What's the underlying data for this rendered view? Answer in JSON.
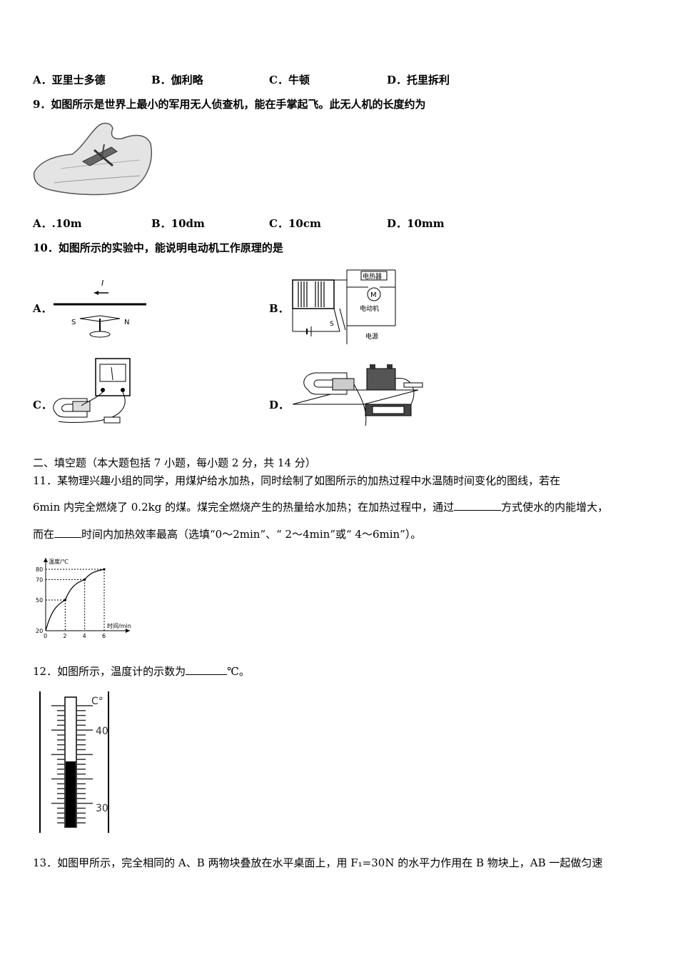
{
  "q8": {
    "options": [
      "A．亚里士多德",
      "B．伽利略",
      "C．牛顿",
      "D．托里拆利"
    ]
  },
  "q9": {
    "stem": "9．如图所示是世界上最小的军用无人侦查机，能在手掌起飞。此无人机的长度约为",
    "options": [
      "A．.10m",
      "B．10dm",
      "C．10cm",
      "D．10mm"
    ]
  },
  "q10": {
    "stem": "10．如图所示的实验中，能说明电动机工作原理的是",
    "option_labels": [
      "A．",
      "B．",
      "C．",
      "D．"
    ],
    "fig_a": {
      "current": "I",
      "s": "S",
      "n": "N"
    },
    "fig_b": {
      "heater": "电热器",
      "motor": "M",
      "motor_label": "电动机",
      "power": "电源",
      "switch": "S"
    }
  },
  "section2": {
    "heading": "二、填空题（本大题包括 7 小题，每小题 2 分，共 14 分）"
  },
  "q11": {
    "line1": "11．某物理兴趣小组的同学，用煤炉给水加热，同时绘制了如图所示的加热过程中水温随时间变化的图线，若在",
    "line2a": "6min 内完全燃烧了 0.2kg 的煤。煤完全燃烧产生的热量给水加热；在加热过程中，通过",
    "line2b": "方式使水的内能增大，",
    "line3a": "而在",
    "line3b": "时间内加热效率最高（选填“0～2min”、“ 2～4min”或“ 4～6min”）。"
  },
  "chart_data": {
    "type": "line",
    "ylabel": "温度/℃",
    "xlabel": "时间/min",
    "x": [
      0,
      2,
      4,
      6
    ],
    "y": [
      20,
      50,
      70,
      80
    ],
    "xticks": [
      "0",
      "2",
      "4",
      "6"
    ],
    "yticks": [
      "20",
      "50",
      "70",
      "80"
    ],
    "xlim": [
      0,
      6
    ],
    "ylim": [
      20,
      80
    ],
    "grid": false
  },
  "q12": {
    "stem_a": "12．如图所示，温度计的示数为",
    "stem_b": "℃。",
    "thermometer": {
      "unit": "C°",
      "label_high": "40",
      "label_low": "30"
    }
  },
  "q13": {
    "stem": "13．如图甲所示，完全相同的 A、B 两物块叠放在水平桌面上，用 F₁=30N 的水平力作用在 B 物块上，AB 一起做匀速"
  }
}
